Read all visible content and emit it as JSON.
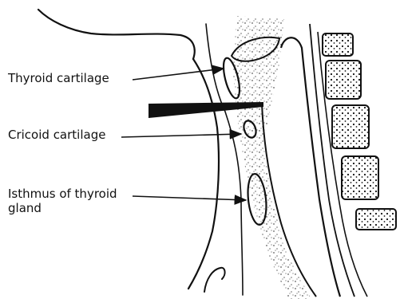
{
  "labels": {
    "thyroid_cartilage": "Thyroid cartilage",
    "cricoid_cartilage": "Cricoid cartilage",
    "isthmus_line1": "Isthmus of thyroid",
    "isthmus_line2": "gland"
  },
  "colors": {
    "ink": "#111111",
    "background": "#ffffff"
  }
}
